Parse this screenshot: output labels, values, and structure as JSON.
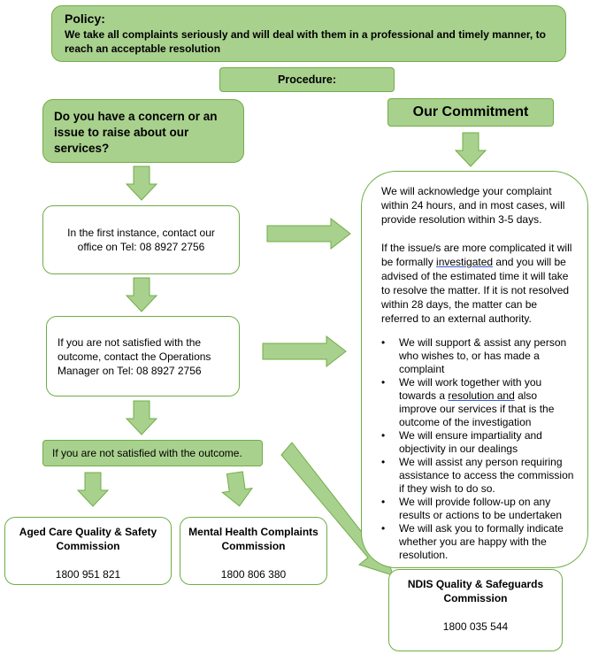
{
  "policy": {
    "title": "Policy:",
    "text": "We take all complaints seriously and will deal with them in a professional and timely manner, to reach an acceptable resolution"
  },
  "procedure": "Procedure:",
  "concern": "Do you have a concern or an issue to raise about our services?",
  "commitment_title": "Our Commitment",
  "step1": "In the first instance, contact our office on Tel: 08 8927 2756",
  "step2": "If you are not satisfied with the outcome, contact the Operations Manager on Tel: 08 8927 2756",
  "not_satisfied": "If you are not satisfied with the outcome.",
  "commitment": {
    "para1": "We will acknowledge your complaint within 24 hours, and in most cases, will provide resolution within 3-5 days.",
    "para2_before": "If the issue/s are more complicated it will be formally ",
    "para2_word": "investigated",
    "para2_after": " and you will be advised of the estimated time it will take to resolve the matter.  If it is not resolved within 28 days, the matter can be referred to an external authority.",
    "bullets": [
      "We will support & assist any person who wishes to, or has made a complaint",
      "We will ensure impartiality and objectivity in our dealings",
      "We will assist any person requiring assistance to access the commission if they wish to do so.",
      "We will provide follow-up on any results or actions to be undertaken",
      "We will ask you to formally indicate whether you are happy with the resolution."
    ],
    "bullet2_before": "We will work together with you towards a ",
    "bullet2_word": "resolution  and",
    "bullet2_after": " also improve our services if that is the outcome of the investigation"
  },
  "commissions": {
    "aged": {
      "name": "Aged Care Quality & Safety Commission",
      "phone": "1800 951 821"
    },
    "mental": {
      "name": "Mental Health Complaints Commission",
      "phone": "1800 806 380"
    },
    "ndis": {
      "name": "NDIS Quality & Safeguards Commission",
      "phone": "1800 035 544"
    }
  },
  "colors": {
    "fill": "#a9d18e",
    "border": "#70ad47"
  }
}
